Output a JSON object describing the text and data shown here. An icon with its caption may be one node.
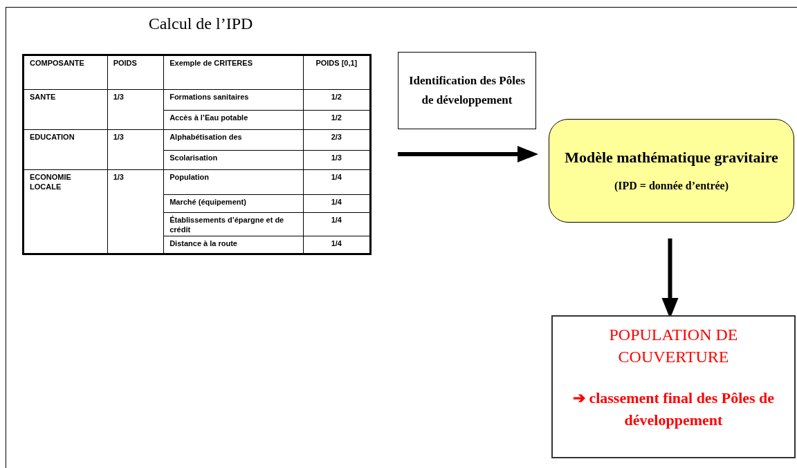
{
  "diagram": {
    "title": "Calcul de l’IPD",
    "nodes": [
      {
        "text": [
          "Identification des Pôles de développement"
        ]
      },
      {
        "text": [
          "Modèle mathématique gravitaire",
          "(IPD = donnée d’entrée)"
        ]
      },
      {
        "text": [
          "POPULATION DE COUVERTURE",
          "➔ classement final des Pôles de développement"
        ]
      }
    ],
    "edges": [
      {
        "from": null,
        "to": 1,
        "arrow": "to"
      },
      {
        "from": 1,
        "to": 2,
        "arrow": "to"
      }
    ],
    "labels": [
      "COMPOSANTE",
      "POIDS",
      "Exemple de CRITERES",
      "POIDS [0,1]",
      "SANTE",
      "1/3",
      "Formations sanitaires",
      "1/2",
      "Accès à l’Eau potable",
      "1/2",
      "EDUCATION",
      "1/3",
      "Alphabétisation des",
      "2/3",
      "Scolarisation",
      "1/3",
      "ECONOMIE LOCALE",
      "1/3",
      "Population",
      "1/4",
      "Marché (équipement)",
      "1/4",
      "Établissements d’épargne et de crédit",
      "1/4",
      "Distance à la route",
      "1/4"
    ]
  }
}
